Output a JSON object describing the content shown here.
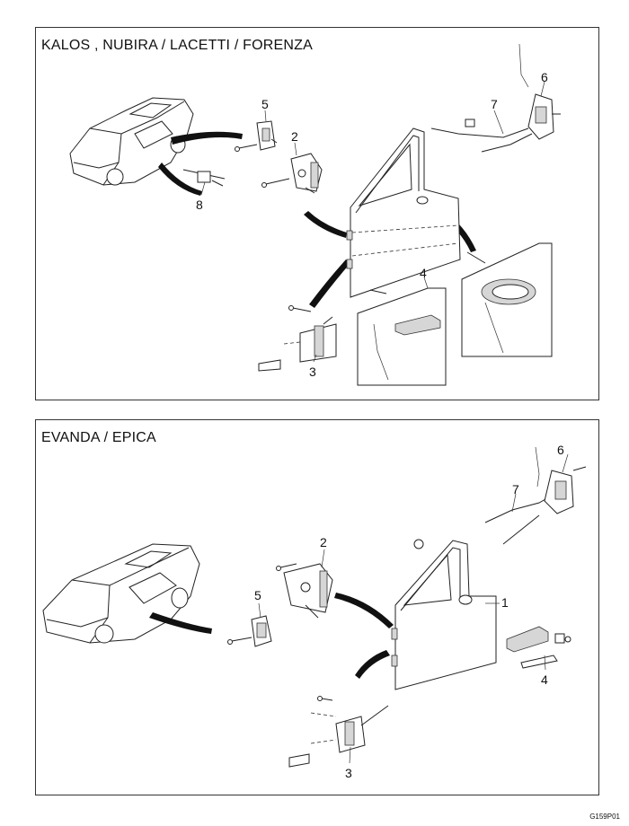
{
  "panels": [
    {
      "title": "KALOS , NUBIRA / LACETTI / FORENZA",
      "callouts": [
        "5",
        "2",
        "8",
        "7",
        "6",
        "4",
        "3"
      ]
    },
    {
      "title": "EVANDA / EPICA",
      "callouts": [
        "6",
        "7",
        "2",
        "5",
        "1",
        "4",
        "3"
      ]
    }
  ],
  "figure_code": "G159P01"
}
